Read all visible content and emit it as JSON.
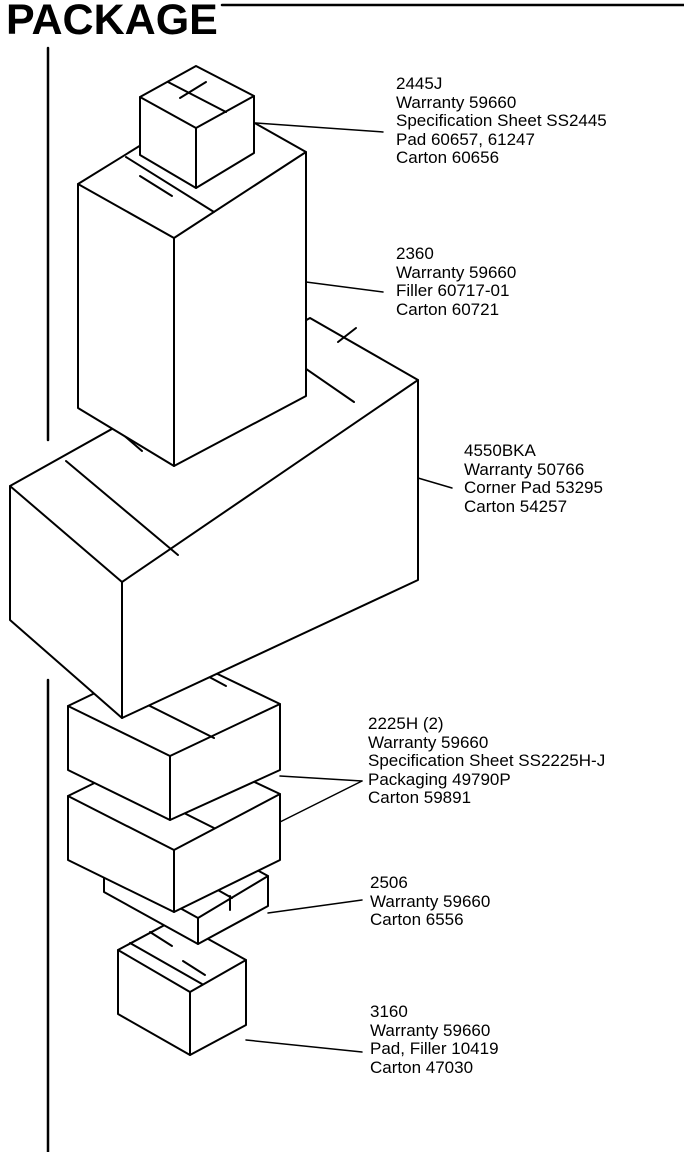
{
  "title": "PACKAGE",
  "packages": [
    {
      "model": "2445J",
      "lines": [
        "Warranty 59660",
        "Specification Sheet SS2445",
        "Pad 60657, 61247",
        "Carton 60656"
      ]
    },
    {
      "model": "2360",
      "lines": [
        "Warranty 59660",
        "Filler 60717-01",
        "Carton 60721"
      ]
    },
    {
      "model": "4550BKA",
      "lines": [
        "Warranty 50766",
        "Corner Pad 53295",
        "Carton 54257"
      ]
    },
    {
      "model": "2225H (2)",
      "lines": [
        "Warranty 59660",
        "Specification Sheet SS2225H-J",
        "Packaging 49790P",
        "Carton 59891"
      ]
    },
    {
      "model": "2506",
      "lines": [
        "Warranty 59660",
        "Carton 6556"
      ]
    },
    {
      "model": "3160",
      "lines": [
        "Warranty 59660",
        "Pad, Filler 10419",
        "Carton 47030"
      ]
    }
  ]
}
